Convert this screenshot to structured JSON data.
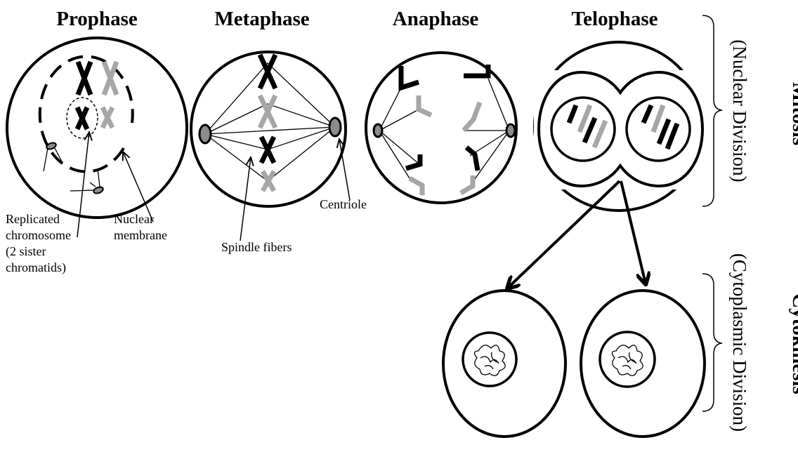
{
  "phases": {
    "prophase": "Prophase",
    "metaphase": "Metaphase",
    "anaphase": "Anaphase",
    "telophase": "Telophase"
  },
  "labels": {
    "replicated_1": "Replicated",
    "replicated_2": "chromosome",
    "replicated_3": "(2 sister",
    "replicated_4": "chromatids)",
    "nuclear_1": "Nuclear",
    "nuclear_2": "membrane",
    "spindle": "Spindle fibers",
    "centriole": "Centriole"
  },
  "brackets": {
    "mitosis_title": "Mitosis",
    "mitosis_sub": "(Nuclear Division)",
    "cytokinesis_title": "Cytokinesis",
    "cytokinesis_sub": "(Cytoplasmic Division)"
  },
  "colors": {
    "dark_chromosome": "#000000",
    "light_chromosome": "#a6a6a6"
  }
}
